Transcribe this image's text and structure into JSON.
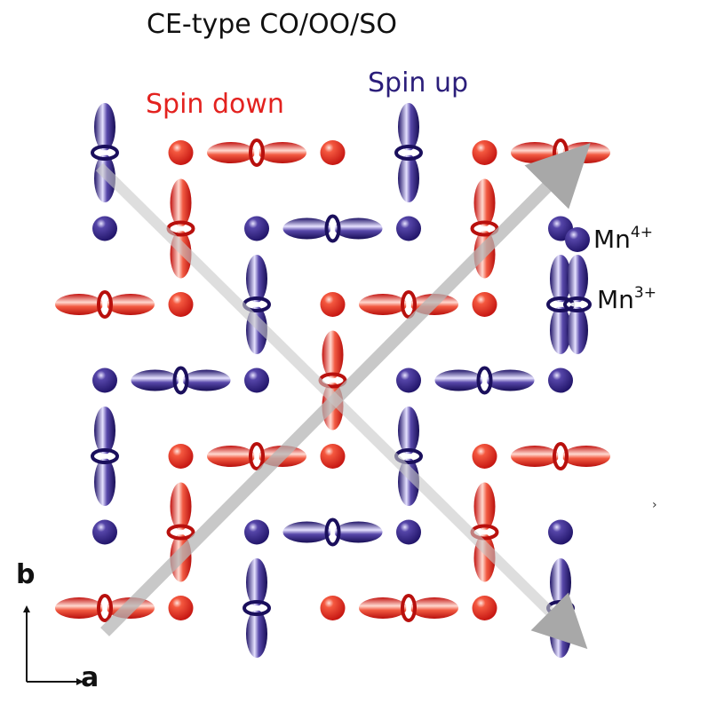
{
  "title": "CE-type  CO/OO/SO",
  "labels": {
    "spin_down": "Spin down",
    "spin_up": "Spin up",
    "mn4_base": "Mn",
    "mn4_charge": "4+",
    "mn3_base": "Mn",
    "mn3_charge": "3+",
    "axis_b": "b",
    "axis_a": "a",
    "stray_mark": "›"
  },
  "colors": {
    "spin_down": "#e3221f",
    "spin_up": "#2b1e7a",
    "arrow": "#b8b8b8",
    "text": "#111111"
  },
  "lattice": {
    "rows": 7,
    "cols": 7,
    "legend": {
      "sphere_row": 1,
      "orbital_row": 2
    },
    "sites": [
      [
        "U:v",
        "D:s",
        "D:h",
        "D:s",
        "U:v",
        "D:s",
        "D:h"
      ],
      [
        "U:s",
        "D:v",
        "U:s",
        "U:h",
        "U:s",
        "D:v",
        "U:s"
      ],
      [
        "D:h",
        "D:s",
        "U:v",
        "D:s",
        "D:h",
        "D:s",
        "U:v"
      ],
      [
        "U:s",
        "U:h",
        "U:s",
        "D:v",
        "U:s",
        "U:h",
        "U:s"
      ],
      [
        "U:v",
        "D:s",
        "D:h",
        "D:s",
        "U:v",
        "D:s",
        "D:h"
      ],
      [
        "U:s",
        "D:v",
        "U:s",
        "U:h",
        "U:s",
        "D:v",
        "U:s"
      ],
      [
        "D:h",
        "D:s",
        "U:v",
        "D:s",
        "D:h",
        "D:s",
        "U:v"
      ]
    ]
  }
}
